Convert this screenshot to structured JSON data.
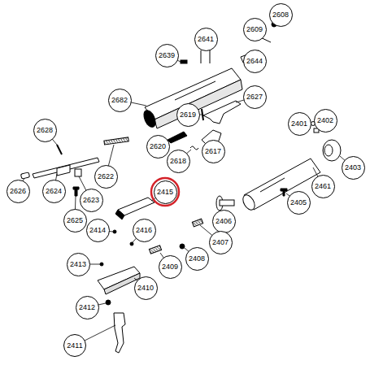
{
  "diagram": {
    "nodes": [
      {
        "text": [
          "2608"
        ]
      },
      {
        "text": [
          "2641"
        ]
      },
      {
        "text": [
          "2609"
        ]
      },
      {
        "text": [
          "2639"
        ]
      },
      {
        "text": [
          "2644"
        ]
      },
      {
        "text": [
          "2682"
        ]
      },
      {
        "text": [
          "2627"
        ]
      },
      {
        "text": [
          "2619"
        ]
      },
      {
        "text": [
          "2401"
        ]
      },
      {
        "text": [
          "2402"
        ]
      },
      {
        "text": [
          "2628"
        ]
      },
      {
        "text": [
          "2620"
        ]
      },
      {
        "text": [
          "2617"
        ]
      },
      {
        "text": [
          "2403"
        ]
      },
      {
        "text": [
          "2618"
        ]
      },
      {
        "text": [
          "2622"
        ]
      },
      {
        "text": [
          "2626"
        ]
      },
      {
        "text": [
          "2624"
        ]
      },
      {
        "text": [
          "2623"
        ]
      },
      {
        "text": [
          "2415"
        ]
      },
      {
        "text": [
          "2461"
        ]
      },
      {
        "text": [
          "2405"
        ]
      },
      {
        "text": [
          "2625"
        ]
      },
      {
        "text": [
          "2414"
        ]
      },
      {
        "text": [
          "2416"
        ]
      },
      {
        "text": [
          "2406"
        ]
      },
      {
        "text": [
          "2407"
        ]
      },
      {
        "text": [
          "2413"
        ]
      },
      {
        "text": [
          "2408"
        ]
      },
      {
        "text": [
          "2409"
        ]
      },
      {
        "text": [
          "2410"
        ]
      },
      {
        "text": [
          "2412"
        ]
      },
      {
        "text": [
          "2411"
        ]
      }
    ]
  }
}
